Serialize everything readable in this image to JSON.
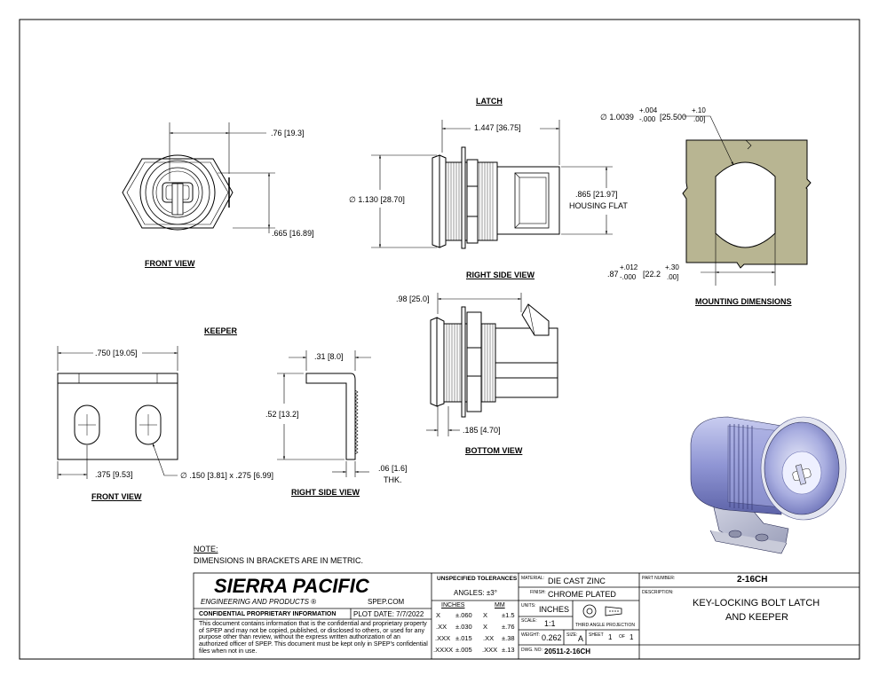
{
  "views": {
    "latch_heading": "LATCH",
    "keeper_heading": "KEEPER",
    "front_view": "FRONT VIEW",
    "right_side_view": "RIGHT SIDE VIEW",
    "bottom_view": "BOTTOM VIEW",
    "mounting_dimensions": "MOUNTING DIMENSIONS",
    "keeper_front_view": "FRONT VIEW",
    "keeper_right_side_view": "RIGHT SIDE VIEW"
  },
  "dims": {
    "front_76": ".76",
    "front_76_mm": "[19.3]",
    "front_665": ".665",
    "front_665_mm": "[16.89]",
    "side_1447": "1.447",
    "side_1447_mm": "[36.75]",
    "side_dia_1130": "∅ 1.130",
    "side_dia_1130_mm": "[28.70]",
    "side_865": ".865",
    "side_865_mm": "[21.97]",
    "housing_flat": "HOUSING FLAT",
    "mount_dia": "∅ 1.0039",
    "mount_dia_tol_plus": "+.004",
    "mount_dia_tol_minus": "-.000",
    "mount_dia_mm": "[25.500",
    "mount_dia_mm_plus": "+.10",
    "mount_dia_mm_minus": ".00]",
    "mount_87": ".87",
    "mount_87_tol_plus": "+.012",
    "mount_87_tol_minus": "-.000",
    "mount_87_mm": "[22.2",
    "mount_87_mm_plus": "+.30",
    "mount_87_mm_minus": ".00]",
    "bottom_98": ".98",
    "bottom_98_mm": "[25.0]",
    "bottom_185": ".185",
    "bottom_185_mm": "[4.70]",
    "keeper_750": ".750",
    "keeper_750_mm": "[19.05]",
    "keeper_375": ".375",
    "keeper_375_mm": "[9.53]",
    "keeper_slot": "∅ .150",
    "keeper_slot_mm": "[3.81]",
    "keeper_slot_x": "x .275",
    "keeper_slot_x_mm": "[6.99]",
    "keeper_31": ".31",
    "keeper_31_mm": "[8.0]",
    "keeper_52": ".52",
    "keeper_52_mm": "[13.2]",
    "keeper_06": ".06",
    "keeper_06_mm": "[1.6]",
    "thk": "THK."
  },
  "note": {
    "heading": "NOTE:",
    "text": "DIMENSIONS IN BRACKETS ARE IN METRIC."
  },
  "title_block": {
    "company": "SIERRA PACIFIC",
    "company_sub": "ENGINEERING AND PRODUCTS",
    "registered": "®",
    "website": "SPEP.COM",
    "confidential_heading": "CONFIDENTIAL PROPRIETARY INFORMATION",
    "plot_date_label": "PLOT DATE:",
    "plot_date": "7/7/2022",
    "confidential_text": "This document contains information that is the confidential and proprietary property of SPEP and may not be copied, published, or disclosed to others, or used for any purpose  other than review, without the express written authorization of an authorized officer of SPEP. This document must be kept only in SPEP's confidential files when not in use.",
    "tolerances_heading": "UNSPECIFIED TOLERANCES",
    "angles": "ANGLES: ±3°",
    "inches_label": "INCHES",
    "mm_label": "MM",
    "tolerance_rows": [
      {
        "in_fmt": "X",
        "in_tol": "±.060",
        "mm_fmt": "X",
        "mm_tol": "±1.5"
      },
      {
        "in_fmt": ".XX",
        "in_tol": "±.030",
        "mm_fmt": "X",
        "mm_tol": "±.76"
      },
      {
        "in_fmt": ".XXX",
        "in_tol": "±.015",
        "mm_fmt": ".XX",
        "mm_tol": "±.38"
      },
      {
        "in_fmt": ".XXXX",
        "in_tol": "±.005",
        "mm_fmt": ".XXX",
        "mm_tol": "±.13"
      }
    ],
    "material_label": "MATERIAL:",
    "material": "DIE CAST ZINC",
    "finish_label": "FINISH:",
    "finish": "CHROME PLATED",
    "units_label": "UNITS:",
    "units": "INCHES",
    "projection": "THIRD ANGLE PROJECTION",
    "scale_label": "SCALE:",
    "scale": "1:1",
    "weight_label": "WEIGHT:",
    "weight": "0.262",
    "size_label": "SIZE:",
    "size": "A",
    "sheet_label": "SHEET",
    "sheet": "1",
    "of_label": "OF",
    "sheet_total": "1",
    "dwg_label": "DWG. NO:",
    "dwg_no": "20511-2-16CH",
    "part_number_label": "PART NUMBER:",
    "part_number": "2-16CH",
    "description_label": "DESCRIPTION:",
    "description_line1": "KEY-LOCKING BOLT LATCH",
    "description_line2": "AND KEEPER"
  }
}
